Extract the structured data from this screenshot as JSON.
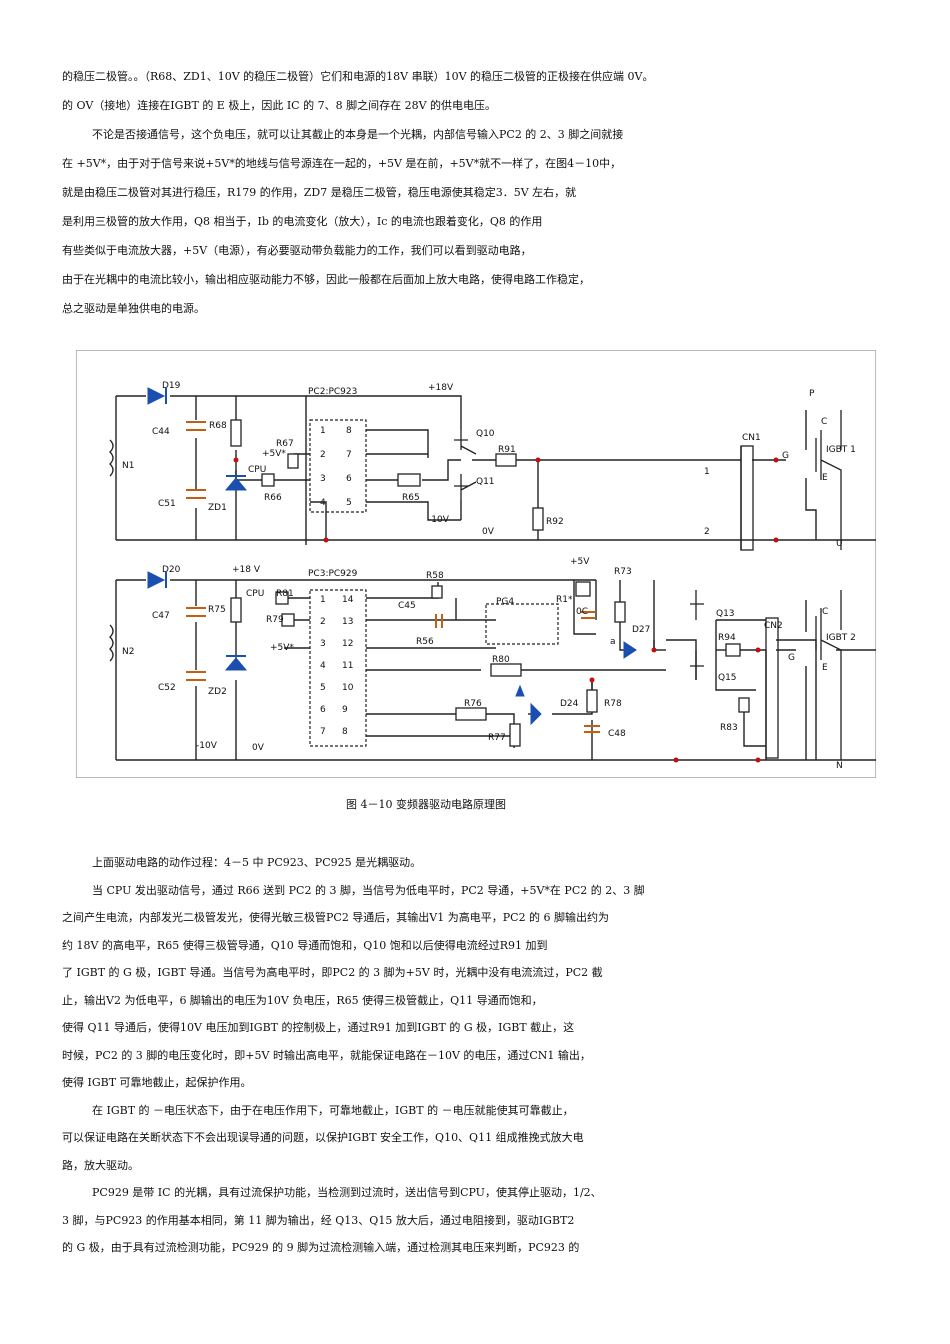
{
  "page": {
    "top_lines": [
      "的稳压二极管。。（R68、ZD1、10V 的稳压二极管）它们和电源的18V 串联）10V 的稳压二极管的正极接在供应端 0V。",
      "的 OV（接地）连接在IGBT 的 E 极上，因此 IC 的 7、8 脚之间存在 28V 的供电电压。",
      "不论是否接通信号，这个负电压，就可以让其截止的本身是一个光耦，内部信号输入PC2 的 2、3 脚之间就接",
      "在 +5V*，由于对于信号来说+5V*的地线与信号源连在一起的，+5V 是在前，+5V*就不一样了，在图4－10中，",
      "就是由稳压二极管对其进行稳压，R179 的作用，ZD7 是稳压二极管，稳压电源使其稳定3．5V 左右，就",
      "是利用三极管的放大作用，Q8 相当于，Ib 的电流变化（放大），Ic 的电流也跟着变化，Q8 的作用",
      "有些类似于电流放大器，+5V（电源），有必要驱动带负载能力的工作，我们可以看到驱动电路，",
      "由于在光耦中的电流比较小，输出相应驱动能力不够，因此一般都在后面加上放大电路，使得电路工作稳定，",
      "总之驱动是单独供电的电源。"
    ],
    "caption": "图 4－10 变频器驱动电路原理图",
    "bottom_lines": [
      "上面驱动电路的动作过程：4－5 中 PC923、PC925 是光耦驱动。",
      "当 CPU 发出驱动信号，通过 R66 送到 PC2 的 3 脚，当信号为低电平时，PC2 导通，+5V*在 PC2 的 2、3 脚",
      "之间产生电流，内部发光二极管发光，使得光敏三极管PC2 导通后，其输出V1 为高电平，PC2 的 6 脚输出约为",
      "约 18V 的高电平，R65 使得三极管导通，Q10 导通而饱和，Q10 饱和以后使得电流经过R91 加到",
      "了 IGBT 的 G 极，IGBT 导通。当信号为高电平时，即PC2 的 3 脚为+5V 时，光耦中没有电流流过，PC2 截",
      "止，输出V2 为低电平，6 脚输出的电压为10V 负电压，R65 使得三极管截止，Q11 导通而饱和，",
      "使得 Q11 导通后，使得10V 电压加到IGBT 的控制极上，通过R91 加到IGBT 的 G 极，IGBT 截止，这",
      "时候，PC2 的 3 脚的电压变化时，即+5V 时输出高电平，就能保证电路在－10V 的电压，通过CN1 输出，",
      "使得 IGBT 可靠地截止，起保护作用。",
      "在 IGBT 的 －电压状态下，由于在电压作用下，可靠地截止，IGBT 的 －电压就能使其可靠截止，",
      "可以保证电路在关断状态下不会出现误导通的问题，以保护IGBT 安全工作，Q10、Q11 组成推挽式放大电",
      "路，放大驱动。",
      "PC929 是带 IC 的光耦，具有过流保护功能，当检测到过流时，送出信号到CPU，使其停止驱动，1/2、",
      "3 脚，与PC923 的作用基本相同，第 11 脚为输出，经 Q13、Q15 放大后，通过电阻接到，驱动IGBT2",
      "的 G 极，由于具有过流检测功能，PC929 的 9 脚为过流检测输入端，通过检测其电压来判断，PC923 的"
    ]
  },
  "figure": {
    "top_labels": [
      "D19",
      "PC2:PC923",
      "+18V",
      "C44",
      "R68",
      "R67",
      "Q10",
      "R91",
      "CN1",
      "+5V*",
      "CPU",
      "N1",
      "R66",
      "Q11",
      "R65",
      "C51",
      "ZD1",
      "-10V",
      "0V",
      "R92",
      "1",
      "2",
      "P",
      "C",
      "G",
      "IGBT 1",
      "E",
      "U"
    ],
    "bottom_labels": [
      "D20",
      "+18 V",
      "PC3:PC929",
      "R58",
      "+5V",
      "R73",
      "C47",
      "R75",
      "CPU",
      "R81",
      "R79",
      "C45",
      "PG4",
      "R1*",
      "0C",
      "Q13",
      "R56",
      "a",
      "D27",
      "R94",
      "CN2",
      "N2",
      "+5V*",
      "R80",
      "Q15",
      "C52",
      "ZD2",
      "R76",
      "D24",
      "R78",
      "R83",
      "R77",
      "C48",
      "-10V",
      "0V",
      "C",
      "G",
      "IGBT 2",
      "E",
      "N"
    ],
    "ic_pins_pc2": [
      "1",
      "2",
      "3",
      "4",
      "8",
      "7",
      "6",
      "5"
    ],
    "ic_pins_pc3": [
      "1",
      "2",
      "3",
      "4",
      "5",
      "6",
      "7",
      "14",
      "13",
      "12",
      "11",
      "10",
      "9",
      "8"
    ]
  }
}
